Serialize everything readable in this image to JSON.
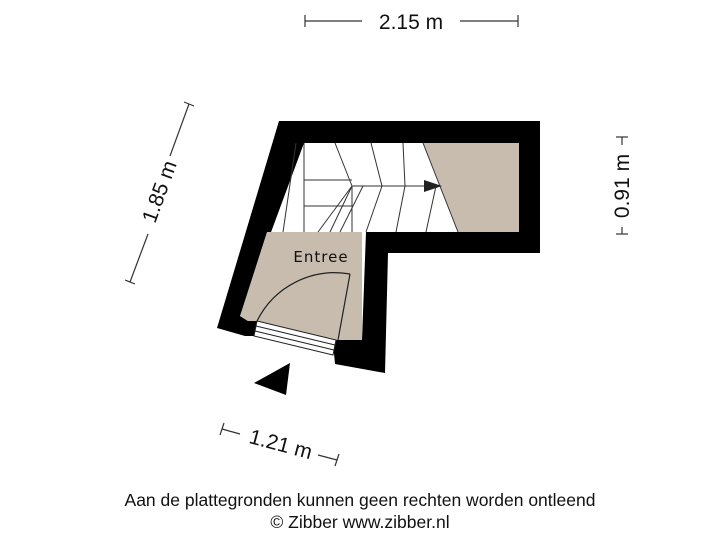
{
  "dimensions": {
    "width_top": "2.15 m",
    "left_diagonal": "1.85 m",
    "right_height": "0.91 m",
    "bottom_width": "1.21 m"
  },
  "rooms": {
    "entrance": "Entree"
  },
  "footer": {
    "disclaimer": "Aan de plattegronden kunnen geen rechten worden ontleend",
    "copyright": "© Zibber www.zibber.nl"
  },
  "colors": {
    "wall": "#000000",
    "floor_fill": "#c7bcae",
    "line": "#222222",
    "background": "#ffffff"
  }
}
